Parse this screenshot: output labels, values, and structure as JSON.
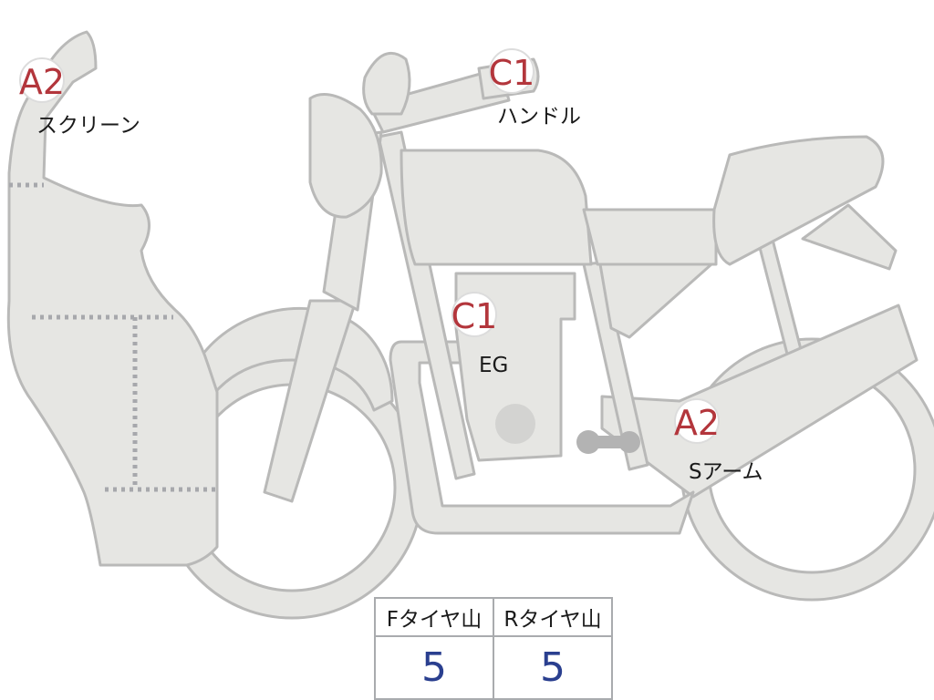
{
  "colors": {
    "grade_text": "#b3363c",
    "body_fill": "#e6e6e3",
    "outline": "#b9b9b8",
    "dotted_line": "#a7a8ac",
    "table_value": "#2a3f8f"
  },
  "markers": {
    "screen": {
      "grade": "A2",
      "label": "スクリーン"
    },
    "handle": {
      "grade": "C1",
      "label": "ハンドル"
    },
    "engine": {
      "grade": "C1",
      "label": "EG"
    },
    "swingarm": {
      "grade": "A2",
      "label": "Sアーム"
    }
  },
  "tire_table": {
    "headers": [
      "Fタイヤ山",
      "Rタイヤ山"
    ],
    "values": [
      "5",
      "5"
    ]
  }
}
